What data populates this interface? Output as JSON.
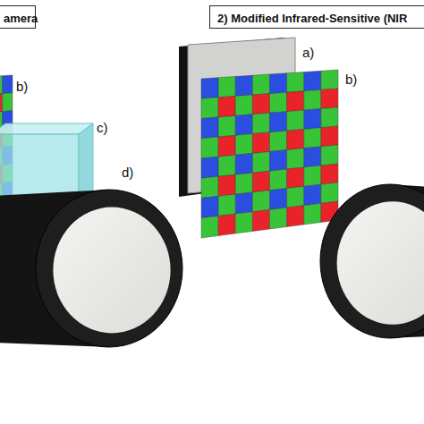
{
  "diagram": {
    "nodes": [
      {
        "text": [
          "amera"
        ]
      },
      {
        "text": [
          "2) Modified Infrared-Sensitive (NIR"
        ]
      }
    ],
    "labels": [
      "b)",
      "c)",
      "d)",
      "a)",
      "b)"
    ]
  }
}
